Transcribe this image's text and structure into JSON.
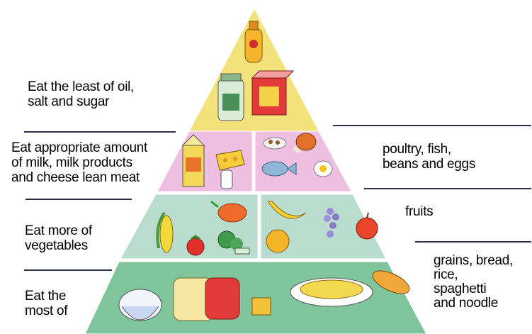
{
  "tiers": {
    "top": {
      "label": "Eat the least of oil,\nsalt and sugar",
      "color": "#f3e27a"
    },
    "second": {
      "left_label": "Eat appropriate amount\nof milk, milk products\nand cheese lean meat",
      "right_label": "poultry, fish,\nbeans and eggs",
      "color": "#efbfe2"
    },
    "third": {
      "left_label": "Eat more of\nvegetables",
      "right_label": "fruits",
      "color": "#b9dccf"
    },
    "base": {
      "left_label": "Eat the\nmost of",
      "right_label": "grains, bread,\nrice,\nspaghetti\nand noodle",
      "color": "#7fc49b"
    }
  },
  "food_icons": [
    "oil-bottle-icon",
    "jar-icon",
    "sugar-box-icon",
    "milk-carton-icon",
    "cheese-icon",
    "milk-bottle-icon",
    "fish-icon",
    "egg-icon",
    "chicken-leg-icon",
    "corn-icon",
    "tomato-icon",
    "carrot-icon",
    "broccoli-icon",
    "banana-icon",
    "grapes-icon",
    "orange-icon",
    "apple-icon",
    "rice-bowl-icon",
    "bread-icon",
    "cracker-icon",
    "spaghetti-icon",
    "bread-roll-icon"
  ]
}
